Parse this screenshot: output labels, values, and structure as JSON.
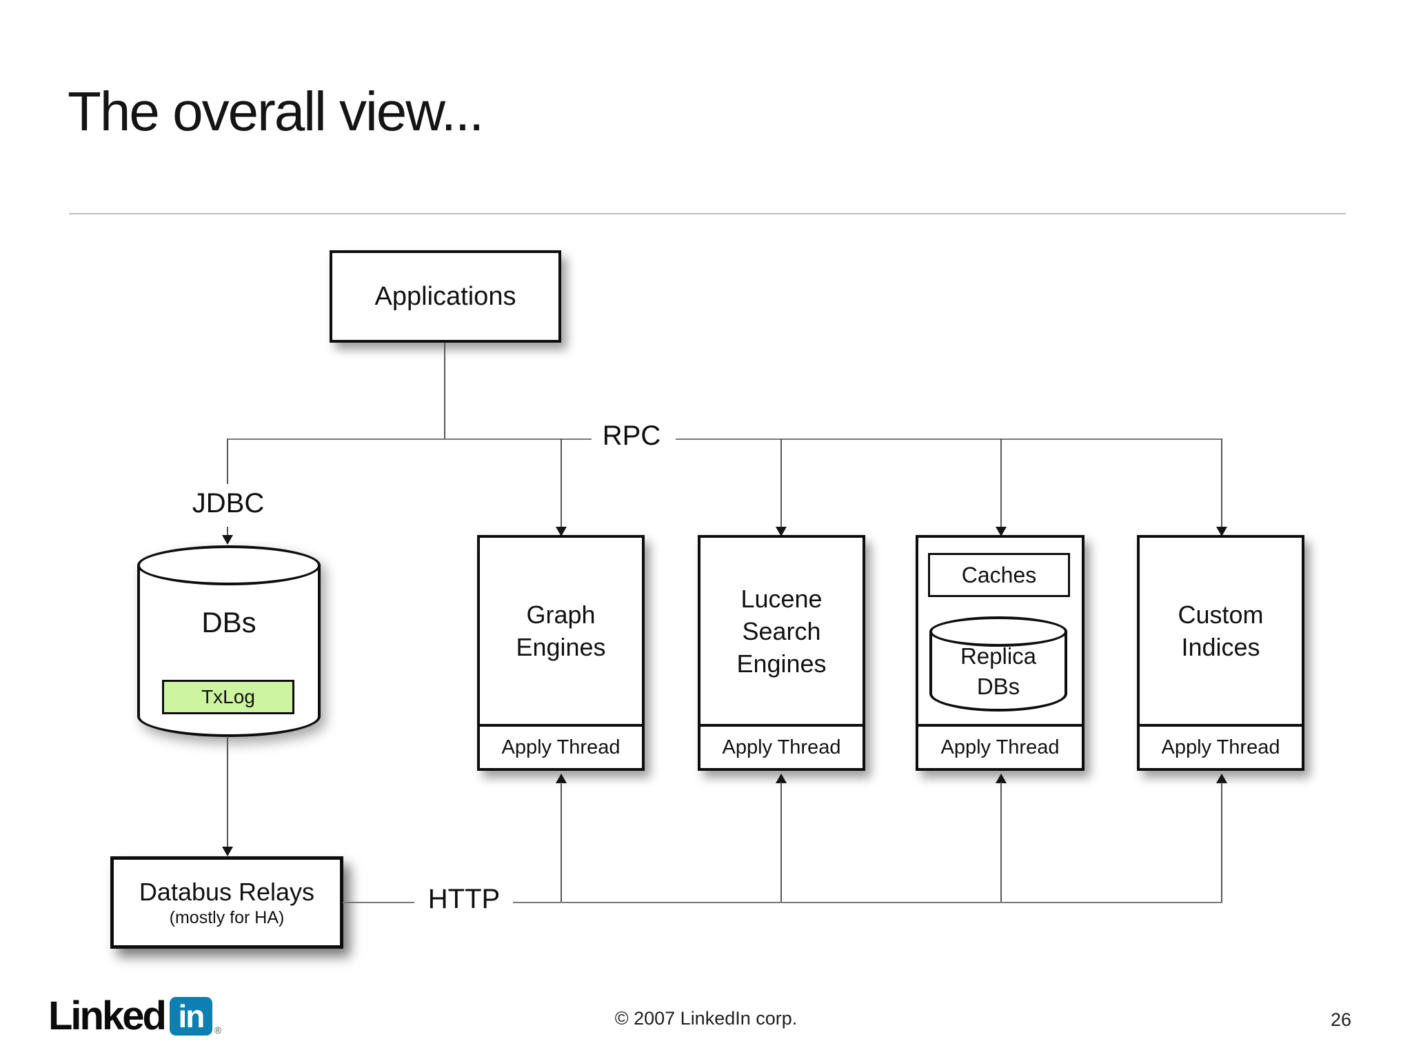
{
  "slide": {
    "title": "The overall view...",
    "footer": {
      "logo_word": "Linked",
      "logo_badge": "in",
      "logo_reg": "®",
      "copyright": "© 2007 LinkedIn corp.",
      "page_number": "26"
    }
  },
  "diagram": {
    "labels": {
      "rpc": "RPC",
      "jdbc": "JDBC",
      "http": "HTTP",
      "apply_thread": "Apply Thread"
    },
    "nodes": {
      "applications": {
        "label": "Applications"
      },
      "dbs": {
        "label": "DBs",
        "txlog": "TxLog"
      },
      "graph_engines": {
        "line1": "Graph",
        "line2": "Engines"
      },
      "lucene": {
        "line1": "Lucene",
        "line2": "Search",
        "line3": "Engines"
      },
      "caches": {
        "caches_label": "Caches",
        "replica_line1": "Replica",
        "replica_line2": "DBs"
      },
      "custom_indices": {
        "line1": "Custom",
        "line2": "Indices"
      },
      "databus": {
        "label": "Databus Relays",
        "sublabel": "(mostly for HA)"
      }
    },
    "colors": {
      "txlog_green": "#cdf4a0",
      "linkedin_blue": "#0e7fb1",
      "box_border": "#0d0d0d",
      "connector_gray": "#787878"
    }
  }
}
